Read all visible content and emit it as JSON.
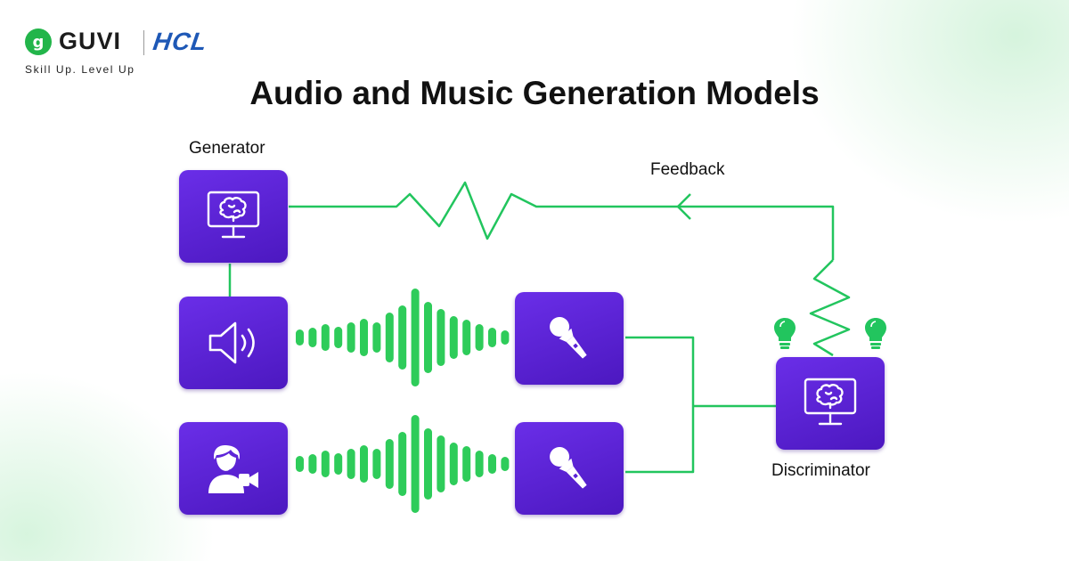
{
  "brand": {
    "logo_letter": "g",
    "name": "GUVI",
    "partner": "HCL",
    "tagline": "Skill Up. Level Up"
  },
  "title": "Audio and Music Generation Models",
  "nodes": {
    "generator": "Generator",
    "discriminator": "Discriminator",
    "feedback": "Feedback"
  },
  "icons": {
    "generator_box": "brain-monitor-icon",
    "speaker_box": "speaker-icon",
    "person_box": "person-camera-icon",
    "mic_top_box": "microphone-icon",
    "mic_bottom_box": "microphone-icon",
    "discriminator_box": "brain-monitor-icon",
    "bulbs": "lightbulb-icon"
  },
  "colors": {
    "box": "#5a22d6",
    "connector": "#22c55e",
    "wave": "#2ecc5a",
    "bulb": "#22c55e"
  }
}
